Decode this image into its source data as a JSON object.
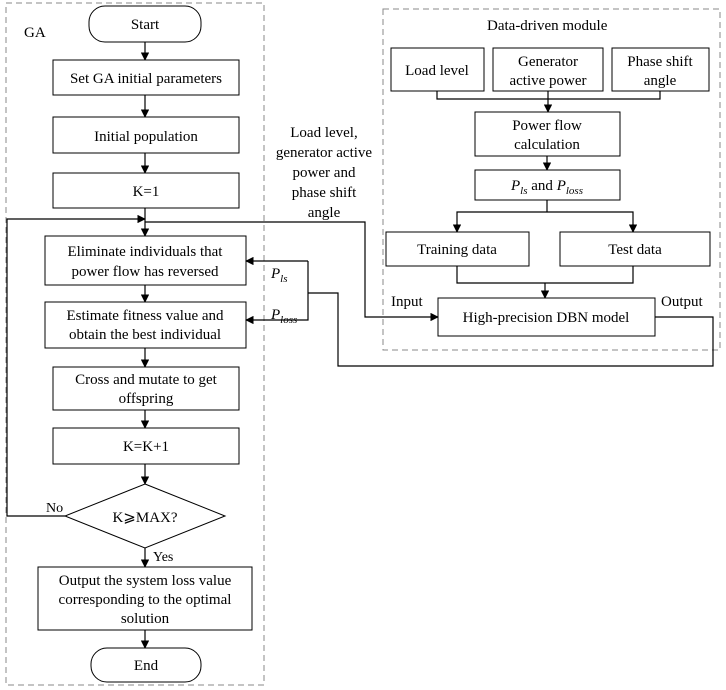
{
  "ga": {
    "title": "GA",
    "start": "Start",
    "set_params": "Set GA initial parameters",
    "init_pop": "Initial population",
    "k1": "K=1",
    "eliminate": [
      "Eliminate individuals that",
      "power flow has reversed"
    ],
    "estimate": [
      "Estimate fitness value and",
      "obtain the best individual"
    ],
    "cross": [
      "Cross and mutate to get",
      "offspring"
    ],
    "k_inc": "K=K+1",
    "decision": "K⩾MAX?",
    "no": "No",
    "yes": "Yes",
    "output": [
      "Output the system loss value",
      "corresponding to the optimal",
      "solution"
    ],
    "end": "End"
  },
  "center": {
    "inputs_label": [
      "Load level,",
      "generator active",
      "power and",
      "phase shift",
      "angle"
    ],
    "p_ls": {
      "base": "P",
      "sub": "ls"
    },
    "p_loss": {
      "base": "P",
      "sub": "loss"
    }
  },
  "ddm": {
    "title": "Data-driven module",
    "load_level": "Load level",
    "gen_power": [
      "Generator",
      "active power"
    ],
    "phase_shift": [
      "Phase shift",
      "angle"
    ],
    "power_flow": [
      "Power flow",
      "calculation"
    ],
    "pls_ploss": {
      "p1": "P",
      "s1": "ls",
      "and": " and ",
      "p2": "P",
      "s2": "loss"
    },
    "training": "Training data",
    "test": "Test data",
    "input": "Input",
    "dbn": "High-precision DBN model",
    "output": "Output"
  }
}
